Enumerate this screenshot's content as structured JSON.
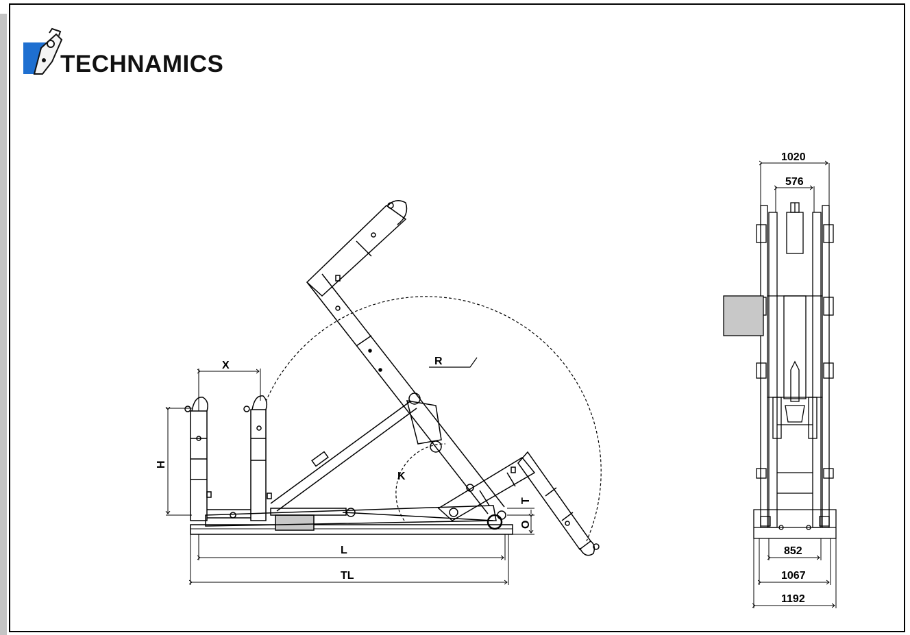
{
  "brand": {
    "name": "TECHNAMICS",
    "logo_icon": "hook-loader-logo-icon",
    "accent": "#1e6fd0"
  },
  "side_view": {
    "dimension_labels": {
      "x": "X",
      "h": "H",
      "r": "R",
      "k": "K",
      "t": "T",
      "o": "O",
      "l": "L",
      "tl": "TL"
    }
  },
  "rear_view": {
    "top_widths": [
      "1020",
      "576"
    ],
    "bottom_widths": [
      "852",
      "1067",
      "1192"
    ]
  },
  "colors": {
    "line": "#000000",
    "fill_block": "#c8c8c8",
    "frame_strip": "#c4c4c4"
  }
}
